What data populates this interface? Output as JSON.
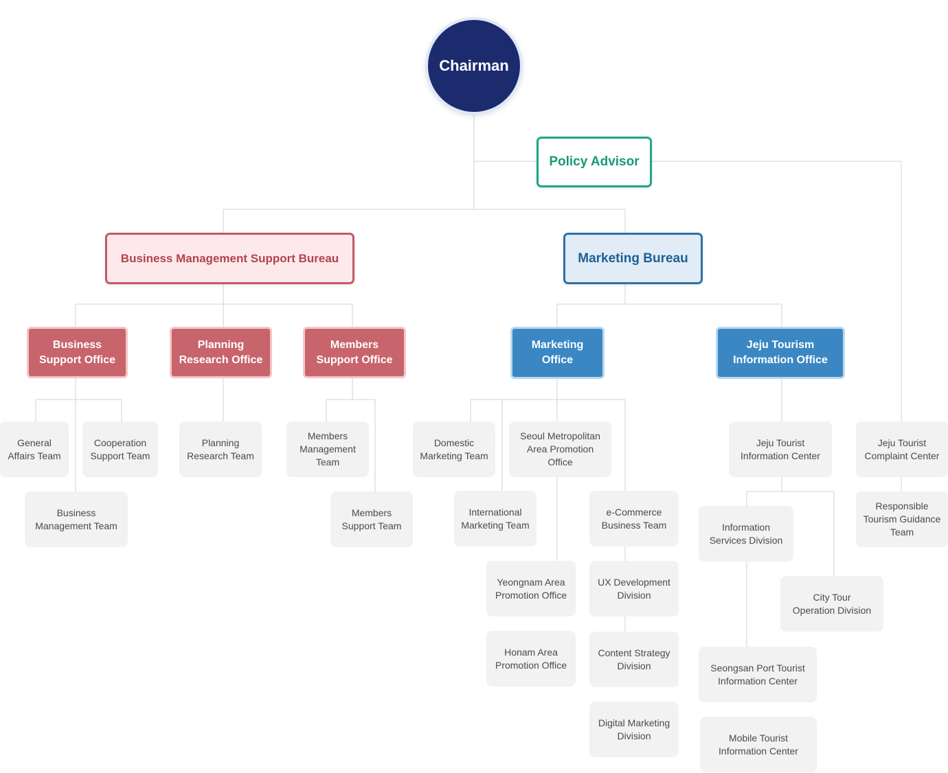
{
  "chairman": "Chairman",
  "policy_advisor": "Policy Advisor",
  "bureaus": {
    "business_management": "Business Management Support Bureau",
    "marketing": "Marketing Bureau"
  },
  "offices": {
    "business_support": "Business\nSupport Office",
    "planning_research": "Planning\nResearch Office",
    "members_support": "Members\nSupport Office",
    "marketing": "Marketing\nOffice",
    "jeju_tourism_info": "Jeju Tourism\nInformation Office"
  },
  "teams": {
    "general_affairs": "General\nAffairs Team",
    "cooperation_support": "Cooperation\nSupport Team",
    "business_management": "Business\nManagement Team",
    "planning_research": "Planning\nResearch Team",
    "members_management": "Members\nManagement\nTeam",
    "members_support": "Members\nSupport Team",
    "domestic_marketing": "Domestic\nMarketing Team",
    "seoul_metro": "Seoul Metropolitan\nArea Promotion\nOffice",
    "international_marketing": "International\nMarketing Team",
    "ecommerce": "e-Commerce\nBusiness Team",
    "yeongnam": "Yeongnam Area\nPromotion Office",
    "ux_development": "UX Development\nDivision",
    "honam": "Honam Area\nPromotion Office",
    "content_strategy": "Content Strategy\nDivision",
    "digital_marketing": "Digital Marketing\nDivision",
    "jeju_tourist_info_center": "Jeju Tourist\nInformation Center",
    "information_services": "Information\nServices Division",
    "city_tour": "City Tour\nOperation Division",
    "seongsan_port": "Seongsan Port Tourist\nInformation Center",
    "mobile_tourist": "Mobile Tourist\nInformation Center",
    "jeju_complaint": "Jeju Tourist\nComplaint Center",
    "responsible_tourism": "Responsible\nTourism Guidance\nTeam"
  },
  "colors": {
    "chairman": "#1c2a6e",
    "advisor": "#1fa586",
    "business_bureau": "#c25a63",
    "marketing_bureau": "#2e71a8",
    "business_office": "#c8646b",
    "marketing_office": "#3a87c3",
    "team_background": "#f2f2f2",
    "connector": "#dcdcdc"
  }
}
